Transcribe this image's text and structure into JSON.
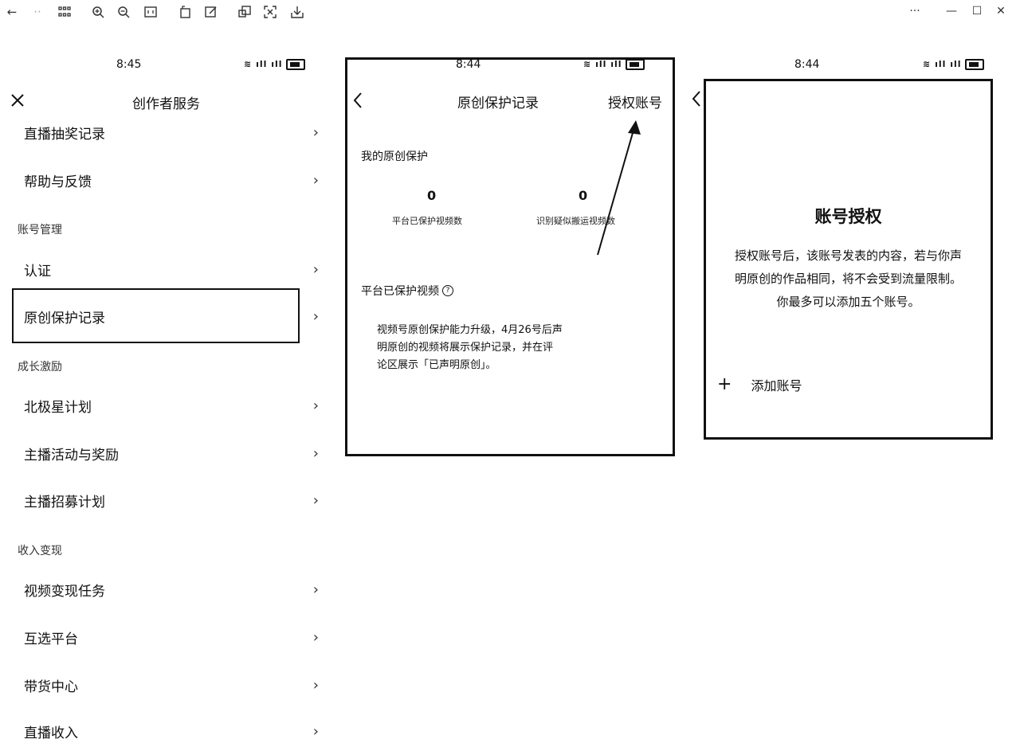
{
  "viewer": {
    "icons": [
      "back-arrow-icon",
      "more-menu-icon",
      "grid-icon",
      "zoom-in-icon",
      "zoom-out-icon",
      "fit-screen-icon",
      "rotate-icon",
      "edit-icon",
      "crop-icon",
      "expand-icon",
      "download-icon"
    ],
    "window": {
      "more": "···",
      "minimize": "—",
      "maximize": "☐",
      "close": "✕"
    }
  },
  "left": {
    "status_time": "8:45",
    "header_title": "创作者服务",
    "items": [
      {
        "label": "直播抽奖记录"
      },
      {
        "label": "帮助与反馈"
      }
    ],
    "section_account": "账号管理",
    "account_items": [
      {
        "label": "认证"
      },
      {
        "label": "原创保护记录"
      }
    ],
    "section_growth": "成长激励",
    "growth_items": [
      {
        "label": "北极星计划"
      },
      {
        "label": "主播活动与奖励"
      },
      {
        "label": "主播招募计划"
      }
    ],
    "section_income": "收入变现",
    "income_items": [
      {
        "label": "视频变现任务"
      },
      {
        "label": "互选平台"
      },
      {
        "label": "带货中心"
      },
      {
        "label": "直播收入"
      }
    ]
  },
  "middle": {
    "status_time": "8:44",
    "title": "原创保护记录",
    "action": "授权账号",
    "section_title": "我的原创保护",
    "stat1_value": "0",
    "stat1_label": "平台已保护视频数",
    "stat2_value": "0",
    "stat2_label": "识别疑似搬运视频数",
    "protected_title": "平台已保护视频",
    "notice_line1": "视频号原创保护能力升级，4月26号后声",
    "notice_line2": "明原创的视频将展示保护记录，并在评",
    "notice_line3": "论区展示「已声明原创」。"
  },
  "right": {
    "status_time": "8:44",
    "title": "账号授权",
    "desc_line1": "授权账号后，该账号发表的内容，若与你声",
    "desc_line2": "明原创的作品相同，将不会受到流量限制。",
    "desc_line3": "你最多可以添加五个账号。",
    "add_label": "添加账号"
  }
}
